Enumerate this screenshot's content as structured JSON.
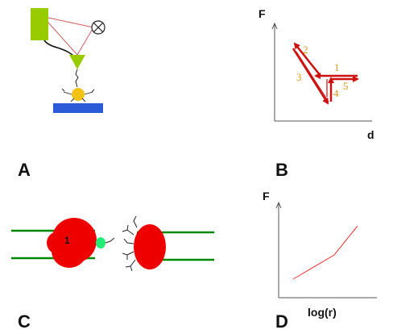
{
  "panels": {
    "a": {
      "label": "A"
    },
    "b": {
      "label": "B",
      "y_axis": "F",
      "x_axis": "d",
      "steps": [
        "1",
        "2",
        "3",
        "4",
        "5"
      ]
    },
    "c": {
      "label": "C",
      "molecule_number": "1"
    },
    "d": {
      "label": "D",
      "y_axis": "F",
      "x_axis": "log(r)"
    }
  },
  "colors": {
    "cantilever": "#99cc00",
    "substrate": "#2b5bd6",
    "bead": "#f2c314",
    "cell": "#ee0000",
    "membrane": "#008800",
    "contact": "#22ee77",
    "arrows": "#cc1111",
    "curve": "#ee3333",
    "step_numbers": "#d99a1a"
  },
  "icons": [
    "photodetector-icon"
  ]
}
